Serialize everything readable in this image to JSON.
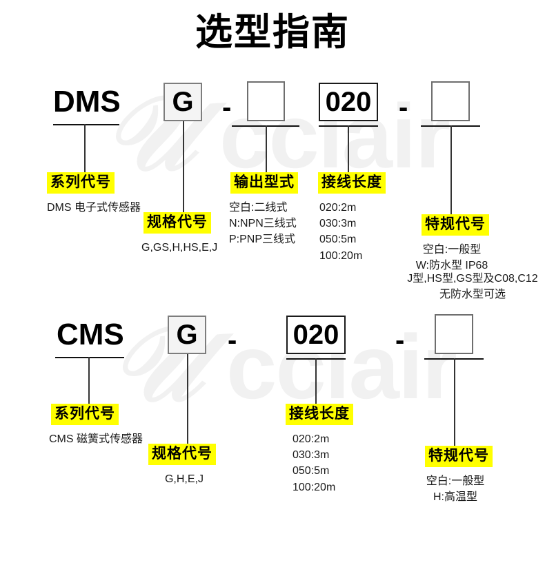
{
  "title": "选型指南",
  "watermark": "cclair",
  "rows": [
    {
      "id": "dms",
      "series_code": "DMS",
      "segments": [
        {
          "name": "spec",
          "value": "G",
          "style": "filled"
        },
        {
          "name": "output",
          "value": "",
          "style": "plain"
        },
        {
          "name": "length",
          "value": "020",
          "style": "dark"
        },
        {
          "name": "special",
          "value": "",
          "style": "plain"
        }
      ],
      "separators": [
        "-",
        "-"
      ],
      "callouts": [
        {
          "key": "series",
          "tag": "系列代号",
          "detail": "DMS 电子式传感器"
        },
        {
          "key": "spec",
          "tag": "规格代号",
          "detail": "G,GS,H,HS,E,J"
        },
        {
          "key": "output",
          "tag": "输出型式",
          "detail": "空白:二线式\nN:NPN三线式\nP:PNP三线式"
        },
        {
          "key": "length",
          "tag": "接线长度",
          "detail": "020:2m\n030:3m\n050:5m\n100:20m"
        },
        {
          "key": "special",
          "tag": "特规代号",
          "detail": "空白:一般型\nW:防水型 IP68",
          "detail_extra": "J型,HS型,GS型及C08,C12\n无防水型可选"
        }
      ]
    },
    {
      "id": "cms",
      "series_code": "CMS",
      "segments": [
        {
          "name": "spec",
          "value": "G",
          "style": "filled"
        },
        {
          "name": "length",
          "value": "020",
          "style": "dark"
        },
        {
          "name": "special",
          "value": "",
          "style": "plain"
        }
      ],
      "separators": [
        "-",
        "-"
      ],
      "callouts": [
        {
          "key": "series",
          "tag": "系列代号",
          "detail": "CMS 磁簧式传感器"
        },
        {
          "key": "spec",
          "tag": "规格代号",
          "detail": "G,H,E,J"
        },
        {
          "key": "length",
          "tag": "接线长度",
          "detail": "020:2m\n030:3m\n050:5m\n100:20m"
        },
        {
          "key": "special",
          "tag": "特规代号",
          "detail": "空白:一般型\nH:高温型"
        }
      ]
    }
  ],
  "colors": {
    "highlight": "#ffff00",
    "text": "#000000",
    "line": "#222222",
    "box_fill": "#f4f4f4",
    "watermark": "#f1f1f1"
  }
}
